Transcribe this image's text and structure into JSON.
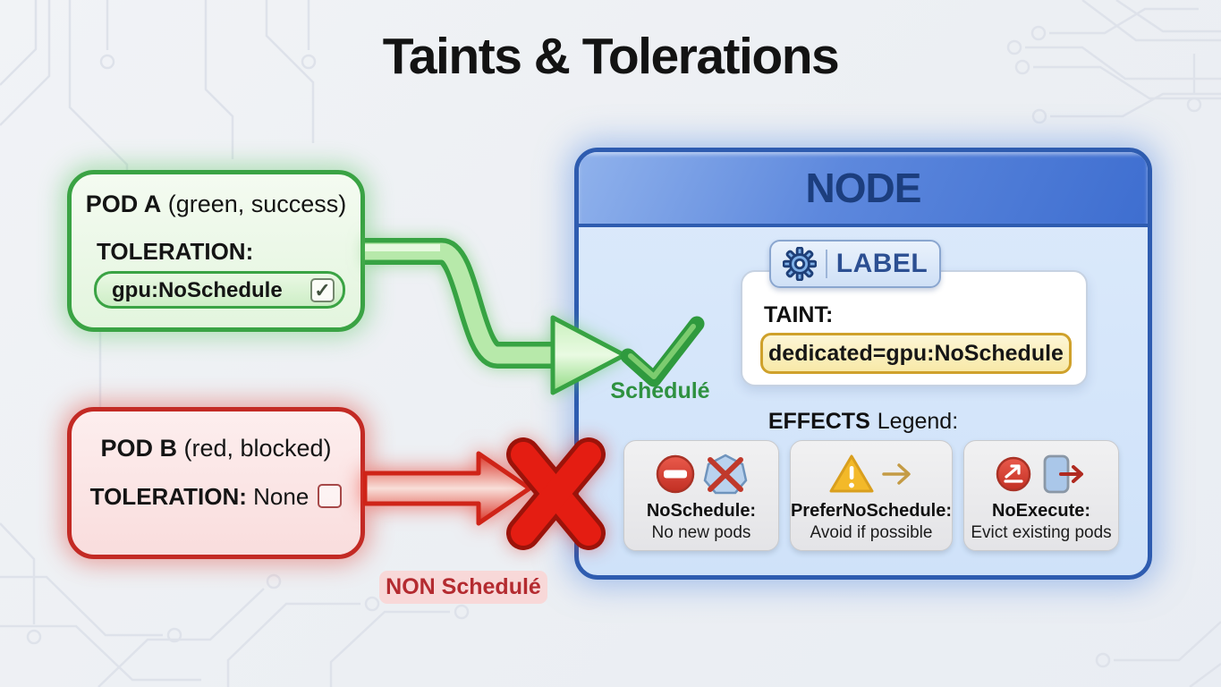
{
  "title": "Taints & Tolerations",
  "pod_a": {
    "name": "POD A",
    "qualifier": " (green, success)",
    "toleration_label": "TOLERATION:",
    "toleration_value": "gpu:NoSchedule",
    "check_glyph": "✓",
    "checkbox_state": "checked"
  },
  "pod_b": {
    "name": "POD B",
    "qualifier": " (red, blocked)",
    "toleration_label": "TOLERATION:",
    "toleration_value": " None",
    "checkbox_state": "unchecked"
  },
  "arrows": {
    "scheduled_label": "Schedulé",
    "not_scheduled_label": "NON Schedulé",
    "success_icon": "green-check-icon",
    "blocked_icon": "red-x-icon"
  },
  "node": {
    "title": "NODE",
    "label_badge": "LABEL",
    "label_icon": "gear-icon",
    "taint_label": "TAINT:",
    "taint_value": "dedicated=gpu:NoSchedule",
    "effects_heading_bold": "EFFECTS",
    "effects_heading_rest": "Legend:",
    "effects": [
      {
        "title": "NoSchedule:",
        "desc": "No new pods",
        "icons": [
          "no-entry-icon",
          "hexagon-cross-icon"
        ]
      },
      {
        "title": "PreferNoSchedule:",
        "desc": "Avoid if possible",
        "icons": [
          "warning-triangle-icon",
          "arrow-right-icon"
        ]
      },
      {
        "title": "NoExecute:",
        "desc": "Evict existing pods",
        "icons": [
          "eject-circle-icon",
          "pod-exit-icon"
        ]
      }
    ]
  },
  "colors": {
    "pod_success_green": "#3aa344",
    "pod_blocked_red": "#c32a24",
    "node_border_blue": "#2e5cb0",
    "node_header_blue": "#4a78d2",
    "taint_highlight_gold": "#cfa12b",
    "scheduled_text_green": "#2e9140",
    "not_scheduled_text_red": "#b42b30"
  }
}
